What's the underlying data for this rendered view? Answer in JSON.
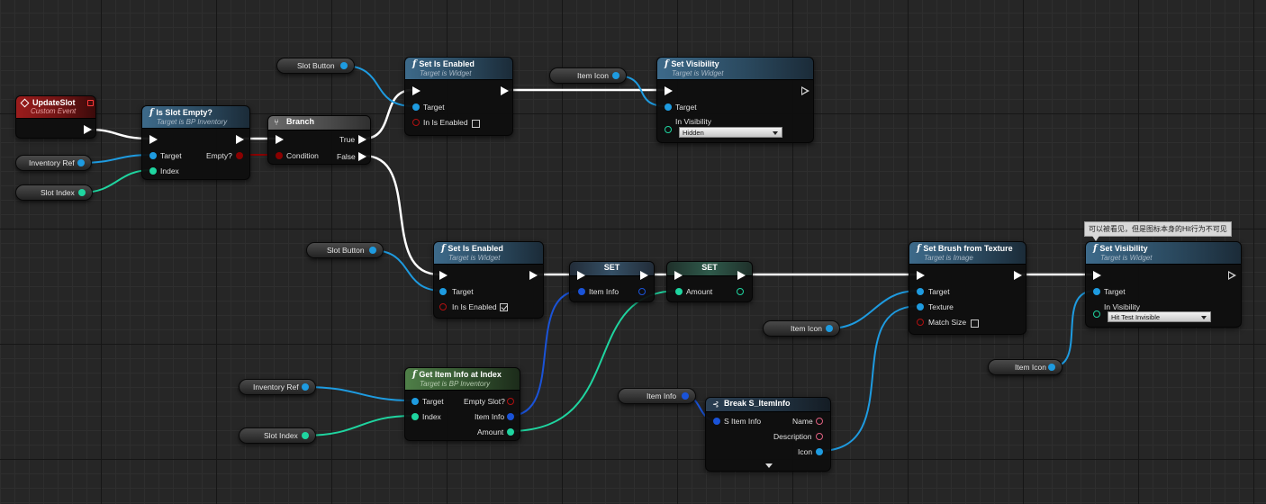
{
  "event_node": {
    "title": "UpdateSlot",
    "subtitle": "Custom Event"
  },
  "is_slot_empty": {
    "title": "Is Slot Empty?",
    "subtitle": "Target is BP Inventory",
    "pin_target": "Target",
    "pin_index": "Index",
    "pin_empty": "Empty?"
  },
  "branch": {
    "title": "Branch",
    "pin_condition": "Condition",
    "pin_true": "True",
    "pin_false": "False"
  },
  "set_enabled_top": {
    "title": "Set Is Enabled",
    "subtitle": "Target is Widget",
    "pin_target": "Target",
    "pin_enabled": "In Is Enabled",
    "checked": false
  },
  "set_visibility_top": {
    "title": "Set Visibility",
    "subtitle": "Target is Widget",
    "pin_target": "Target",
    "pin_visibility": "In Visibility",
    "value": "Hidden"
  },
  "set_enabled_bottom": {
    "title": "Set Is Enabled",
    "subtitle": "Target is Widget",
    "pin_target": "Target",
    "pin_enabled": "In Is Enabled",
    "checked": true
  },
  "set_item_info": {
    "title": "SET",
    "pin": "Item Info"
  },
  "set_amount": {
    "title": "SET",
    "pin": "Amount"
  },
  "set_brush": {
    "title": "Set Brush from Texture",
    "subtitle": "Target is Image",
    "pin_target": "Target",
    "pin_texture": "Texture",
    "pin_match": "Match Size",
    "checked": false
  },
  "set_visibility_bottom": {
    "title": "Set Visibility",
    "subtitle": "Target is Widget",
    "pin_target": "Target",
    "pin_visibility": "In Visibility",
    "value": "Hit Test Invisible",
    "comment": "可以被看见，但是图标本身的Hit行为不可见"
  },
  "get_item_info": {
    "title": "Get Item Info at Index",
    "subtitle": "Target is BP Inventory",
    "pin_target": "Target",
    "pin_index": "Index",
    "pin_empty": "Empty Slot?",
    "pin_info": "Item Info",
    "pin_amount": "Amount"
  },
  "break_item": {
    "title": "Break S_ItemInfo",
    "pin_in": "S Item Info",
    "pin_name": "Name",
    "pin_desc": "Description",
    "pin_icon": "Icon"
  },
  "variables": {
    "inventory_ref": "Inventory Ref",
    "slot_index": "Slot Index",
    "slot_button": "Slot Button",
    "item_icon": "Item Icon",
    "item_info": "Item Info"
  },
  "colors": {
    "exec": "#ffffff",
    "object": "#1e9be0",
    "integer": "#1fd5a0",
    "boolean": "#8a0000",
    "struct": "#1a53d8",
    "event_header": "#9b1c1c",
    "function_header": "#3d6a8a",
    "pure_header": "#4f7f48"
  }
}
